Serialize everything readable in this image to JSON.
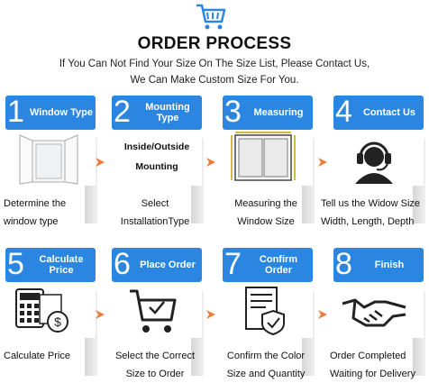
{
  "header": {
    "title": "ORDER PROCESS",
    "subtitle_line1": "If You Can Not Find Your Size On The Size List, Please Contact Us,",
    "subtitle_line2": "We Can Make Custom Size For You."
  },
  "colors": {
    "banner": "#2a86e0",
    "arrow": "#f07a3a"
  },
  "steps": [
    {
      "number": "1",
      "label": "Window Type",
      "desc": [
        "Determine the",
        "window type"
      ],
      "icon": "window-icon"
    },
    {
      "number": "2",
      "label": "Mounting Type",
      "desc": [
        "Select",
        "InstallationType"
      ],
      "panel_text": [
        "Inside/Outside",
        "Mounting"
      ]
    },
    {
      "number": "3",
      "label": "Measuring",
      "desc": [
        "Measuring the",
        "Window Size"
      ],
      "icon": "measure-window-icon"
    },
    {
      "number": "4",
      "label": "Contact Us",
      "desc": [
        "Tell us the Widow Size",
        "Width, Length, Depth"
      ],
      "icon": "headset-agent-icon"
    },
    {
      "number": "5",
      "label": "Calculate Price",
      "desc": [
        "Calculate Price"
      ],
      "icon": "calculator-icon"
    },
    {
      "number": "6",
      "label": "Place Order",
      "desc": [
        "Select the Correct",
        "Size to Order"
      ],
      "icon": "cart-check-icon"
    },
    {
      "number": "7",
      "label": "Confirm Order",
      "desc": [
        "Confirm the Color",
        "Size and Quantity"
      ],
      "icon": "document-check-icon"
    },
    {
      "number": "8",
      "label": "Finish",
      "desc": [
        "Order Completed",
        "Waiting for Delivery"
      ],
      "icon": "handshake-icon"
    }
  ]
}
